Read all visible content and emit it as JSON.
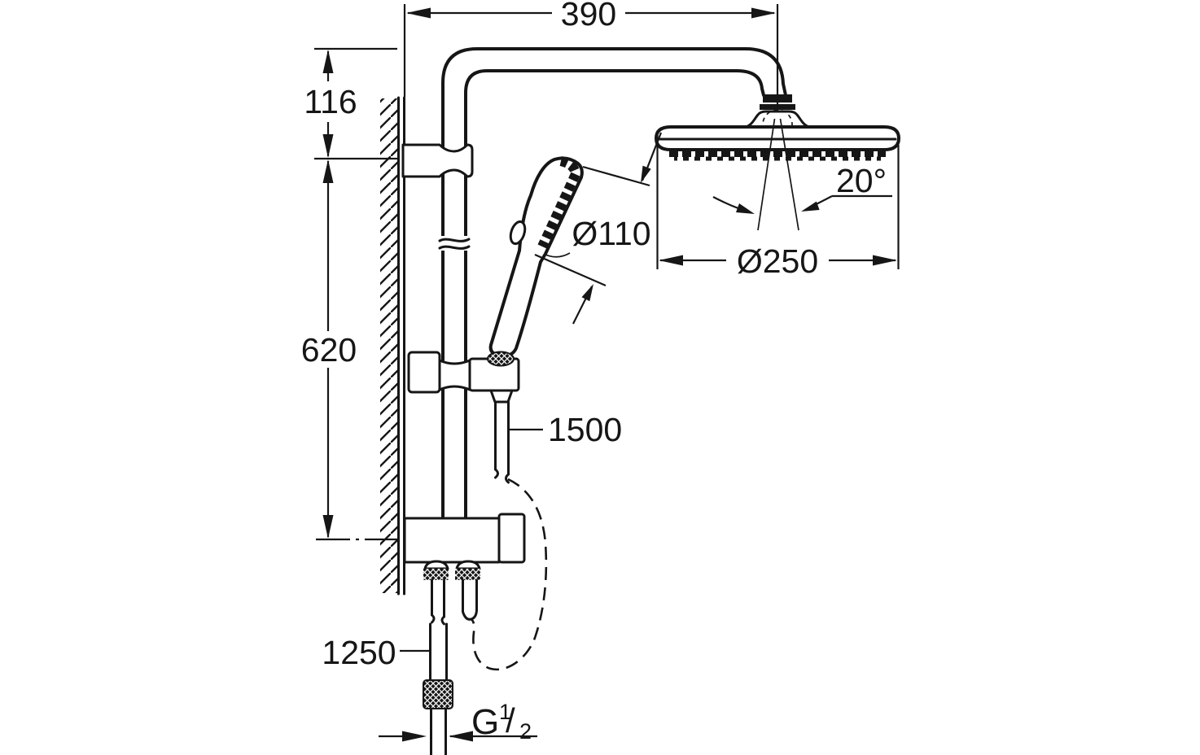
{
  "colors": {
    "line": "#161616",
    "background": "#ffffff"
  },
  "dimensions": {
    "arm_projection": "390",
    "bracket_offset": "116",
    "rail_length": "620",
    "hand_shower_diameter": "Ø110",
    "head_shower_diameter": "Ø250",
    "head_swivel_angle": "20°",
    "shower_hose_length": "1500",
    "supply_hose_length": "1250",
    "thread": {
      "letter": "G",
      "numerator": "1",
      "slash": "/",
      "denominator": "2"
    }
  }
}
